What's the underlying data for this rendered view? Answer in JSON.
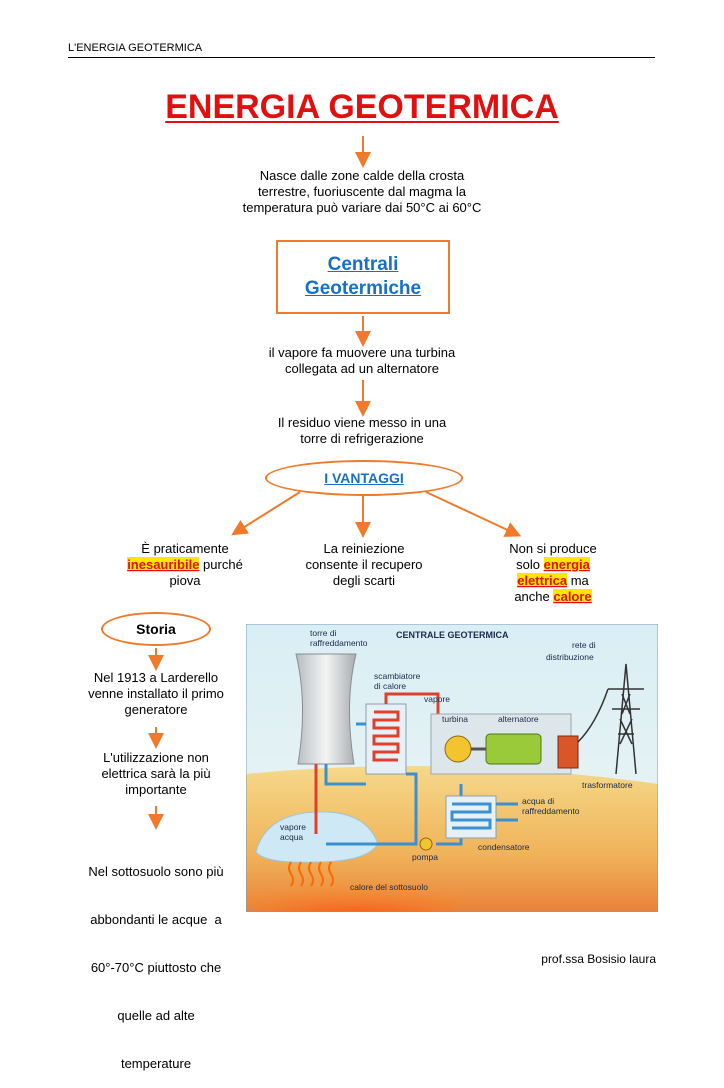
{
  "header": {
    "text": "L'ENERGIA GEOTERMICA"
  },
  "title": "ENERGIA GEOTERMICA",
  "intro": [
    "Nasce dalle zone calde della crosta",
    "terrestre, fuoriuscente dal magma la",
    "temperatura può variare dai 50°C ai 60°C"
  ],
  "centrali": {
    "line1": "Centrali",
    "line2": "Geotermiche"
  },
  "steps": {
    "turbina": [
      "il vapore fa muovere una turbina",
      "collegata ad un alternatore"
    ],
    "residuo": [
      "Il residuo viene messo in una",
      "torre di refrigerazione"
    ]
  },
  "vantaggi": {
    "label": "I VANTAGGI",
    "v1": {
      "pre": "È praticamente",
      "hl": "inesauribile",
      "post": " purché",
      "end": "piova"
    },
    "v2": [
      "La reiniezione",
      "consente il recupero",
      "degli scarti"
    ],
    "v3": {
      "pre": "Non si produce",
      "solo": "solo ",
      "hl1": "energia",
      "hl2": "elettrica",
      "ma": " ma",
      "anche": "anche ",
      "hl3": "calore"
    }
  },
  "storia": {
    "label": "Storia",
    "s1": [
      "Nel 1913 a Larderello",
      "venne installato il primo",
      "generatore"
    ],
    "s2": [
      "L'utilizzazione non",
      "elettrica sarà la più",
      "importante"
    ],
    "s3": [
      "Nel sottosuolo sono più",
      "abbondanti le acque  a",
      "60°-70°C piuttosto che",
      "quelle ad alte",
      "temperature"
    ]
  },
  "diagram": {
    "title": "CENTRALE GEOTERMICA",
    "torre1": "torre di",
    "torre2": "raffreddamento",
    "scamb1": "scambiatore",
    "scamb2": "di calore",
    "vapore": "vapore",
    "turbina": "turbina",
    "alternatore": "alternatore",
    "rete1": "rete di",
    "rete2": "distribuzione",
    "trasformatore": "trasformatore",
    "acqua1": "acqua di",
    "acqua2": "raffreddamento",
    "condensatore": "condensatore",
    "pompa": "pompa",
    "vapacq1": "vapore",
    "vapacq2": "acqua",
    "calore": "calore del sottosuolo"
  },
  "footer": "prof.ssa Bosisio laura",
  "colors": {
    "title": "#e01010",
    "accent": "#f07a2a",
    "blue": "#1670c8",
    "highlight": "#ffe600"
  }
}
